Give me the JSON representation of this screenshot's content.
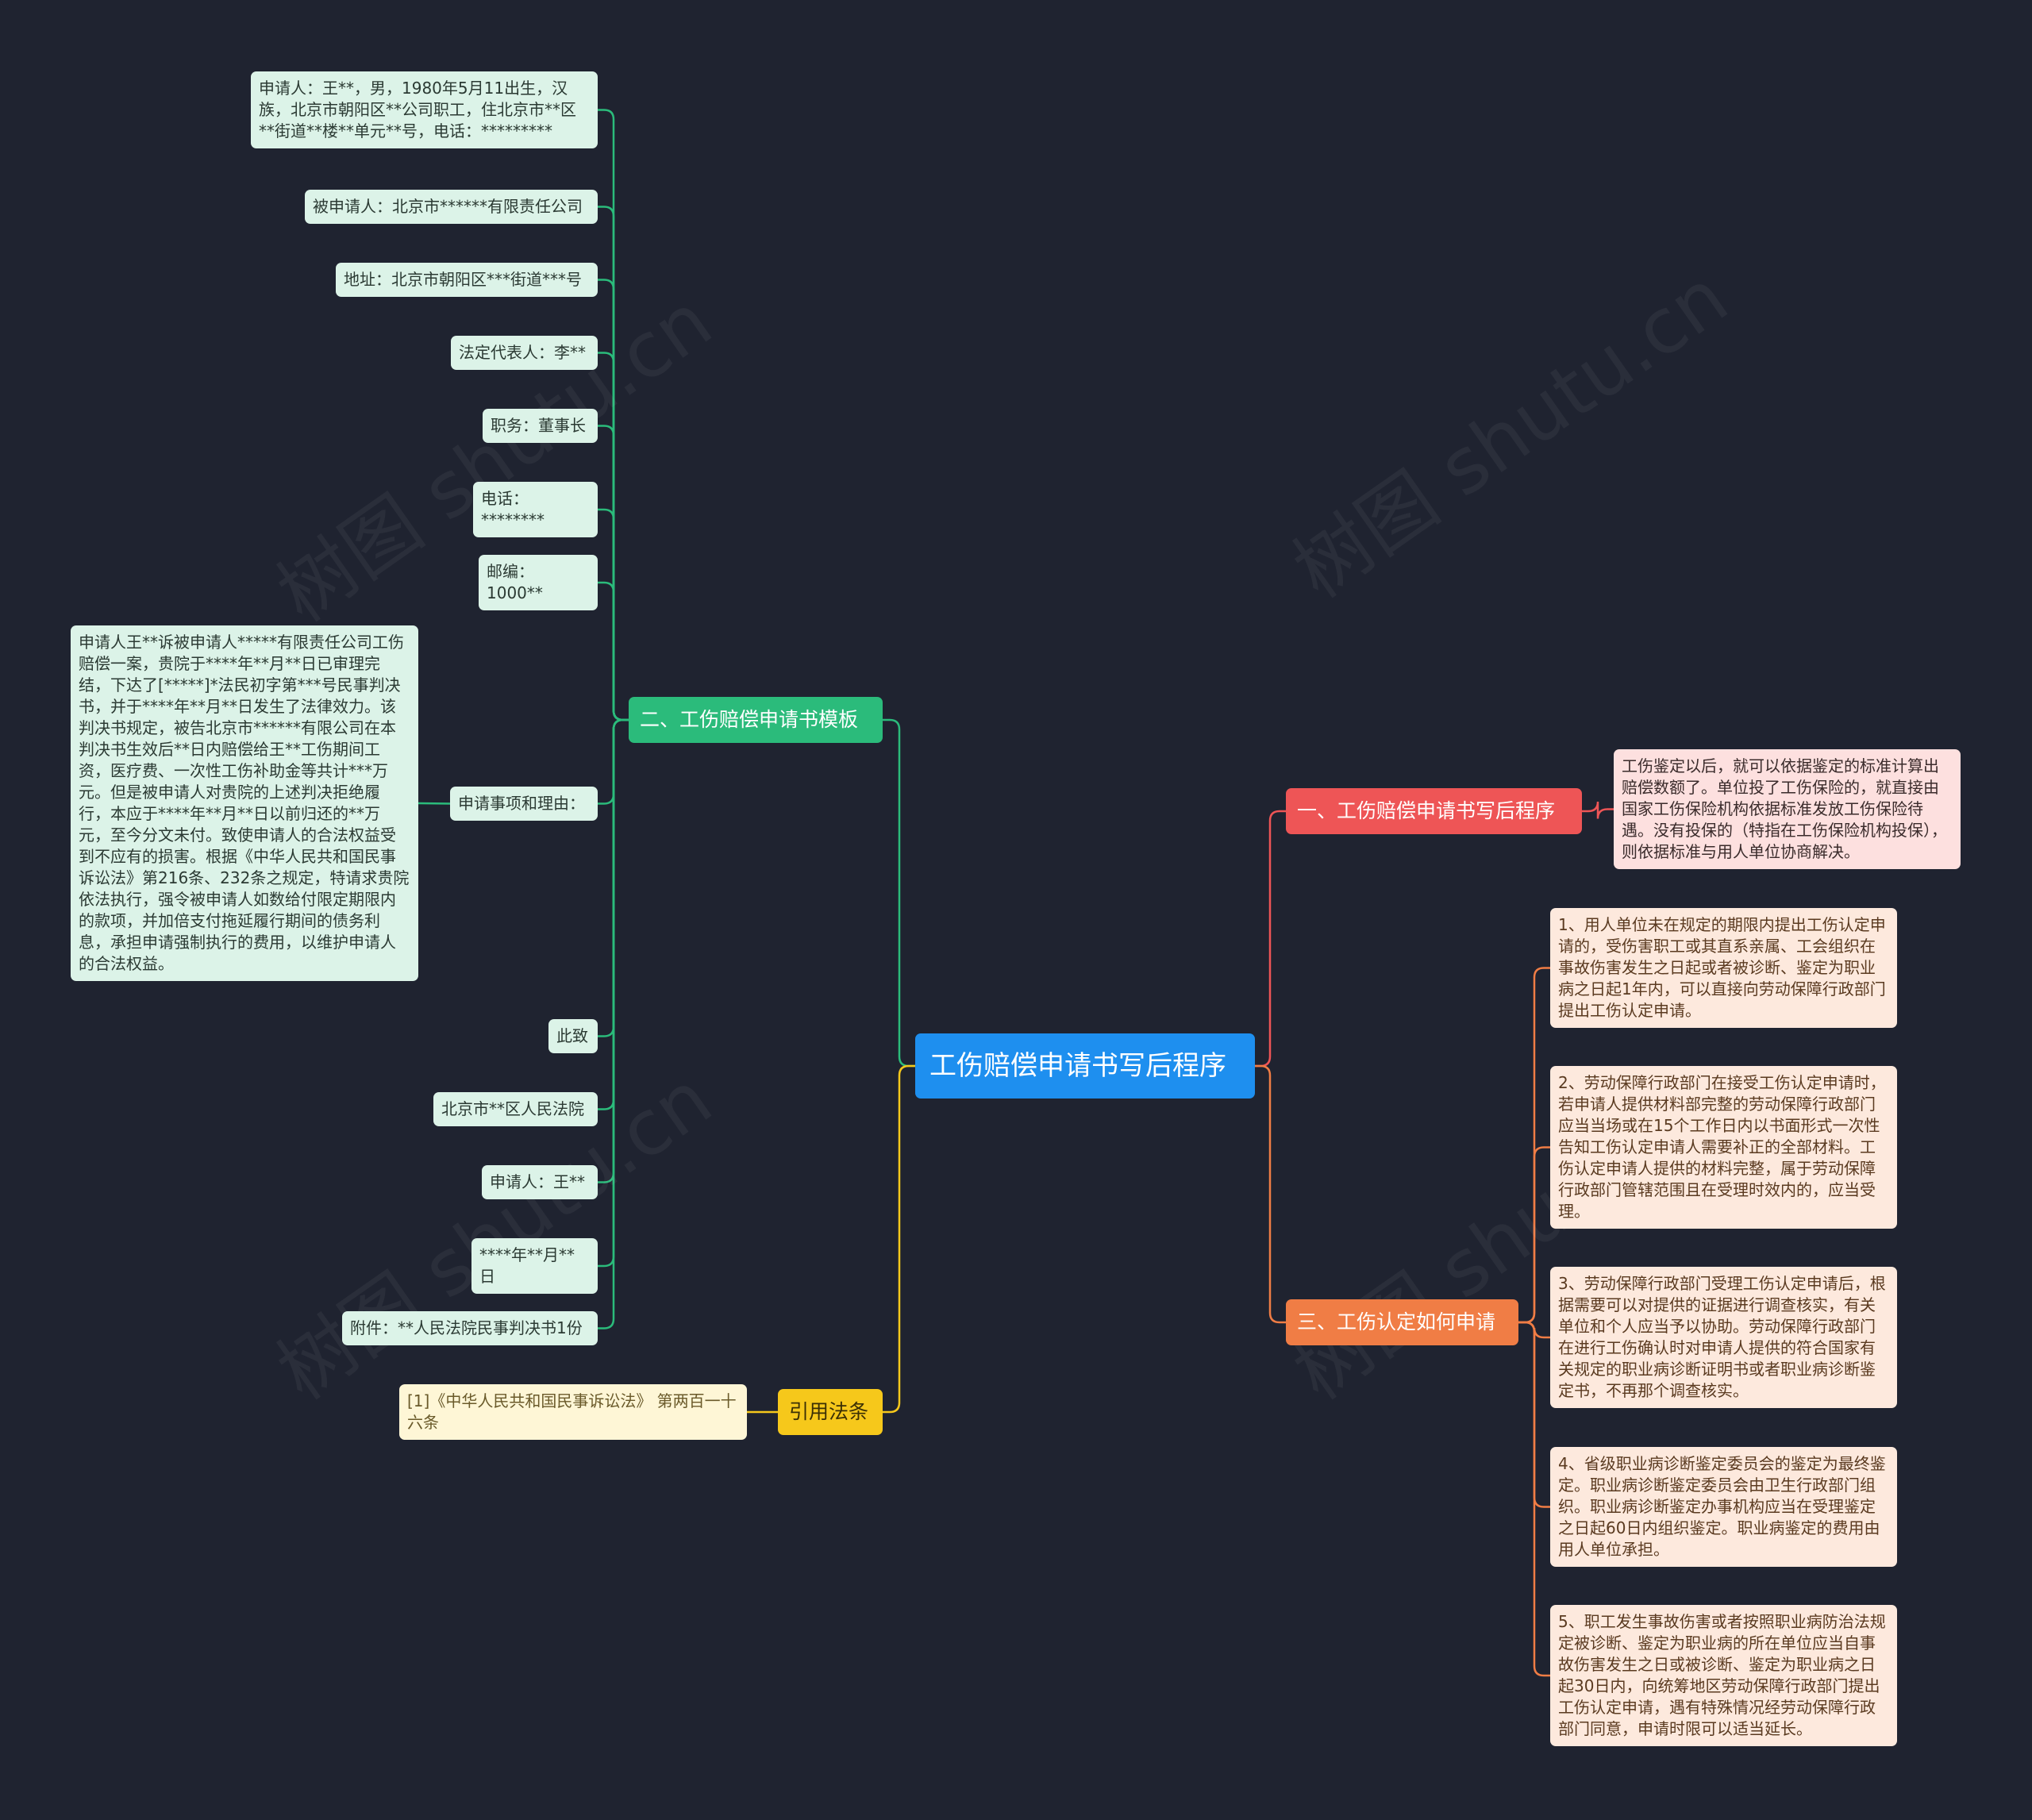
{
  "colors": {
    "background": "#1f2330",
    "root": "#1e8fef",
    "green": "#2bbb7b",
    "red": "#ee5556",
    "orange": "#f07d45",
    "yellow": "#f6c81b"
  },
  "watermark": "树图 shutu.cn",
  "root": {
    "label": "工伤赔偿申请书写后程序"
  },
  "branches": {
    "template": {
      "label": "二、工伤赔偿申请书模板",
      "items": [
        "申请人：王**，男，1980年5月11出生，汉族，北京市朝阳区**公司职工，住北京市**区**街道**楼**单元**号，电话：*********",
        "被申请人：北京市******有限责任公司",
        "地址：北京市朝阳区***街道***号",
        "法定代表人：李**",
        "职务：董事长",
        "电话：********",
        "邮编：1000**",
        "申请事项和理由：",
        "此致",
        "北京市**区人民法院",
        "申请人：王**",
        "****年**月**日",
        "附件：**人民法院民事判决书1份"
      ],
      "reason_detail": "申请人王**诉被申请人*****有限责任公司工伤赔偿一案，贵院于****年**月**日已审理完结，下达了[*****]*法民初字第***号民事判决书，并于****年**月**日发生了法律效力。该判决书规定，被告北京市******有限公司在本判决书生效后**日内赔偿给王**工伤期间工资，医疗费、一次性工伤补助金等共计***万元。但是被申请人对贵院的上述判决拒绝履行，本应于****年**月**日以前归还的**万元，至今分文未付。致使申请人的合法权益受到不应有的损害。根据《中华人民共和国民事诉讼法》第216条、232条之规定，特请求贵院依法执行，强令被申请人如数给付限定期限内的款项，并加倍支付拖延履行期间的债务利息，承担申请强制执行的费用，以维护申请人的合法权益。"
    },
    "law": {
      "label": "引用法条",
      "items": [
        "[1]《中华人民共和国民事诉讼法》 第两百一十六条"
      ]
    },
    "procedure": {
      "label": "一、工伤赔偿申请书写后程序",
      "items": [
        "工伤鉴定以后，就可以依据鉴定的标准计算出赔偿数额了。单位投了工伤保险的，就直接由国家工伤保险机构依据标准发放工伤保险待遇。没有投保的（特指在工伤保险机构投保），则依据标准与用人单位协商解决。"
      ]
    },
    "apply": {
      "label": "三、工伤认定如何申请",
      "items": [
        "1、用人单位未在规定的期限内提出工伤认定申请的，受伤害职工或其直系亲属、工会组织在事故伤害发生之日起或者被诊断、鉴定为职业病之日起1年内，可以直接向劳动保障行政部门提出工伤认定申请。",
        "2、劳动保障行政部门在接受工伤认定申请时，若申请人提供材料部完整的劳动保障行政部门应当当场或在15个工作日内以书面形式一次性告知工伤认定申请人需要补正的全部材料。工伤认定申请人提供的材料完整，属于劳动保障行政部门管辖范围且在受理时效内的，应当受理。",
        "3、劳动保障行政部门受理工伤认定申请后，根据需要可以对提供的证据进行调查核实，有关单位和个人应当予以协助。劳动保障行政部门在进行工伤确认时对申请人提供的符合国家有关规定的职业病诊断证明书或者职业病诊断鉴定书，不再那个调查核实。",
        "4、省级职业病诊断鉴定委员会的鉴定为最终鉴定。职业病诊断鉴定委员会由卫生行政部门组织。职业病诊断鉴定办事机构应当在受理鉴定之日起60日内组织鉴定。职业病鉴定的费用由用人单位承担。",
        "5、职工发生事故伤害或者按照职业病防治法规定被诊断、鉴定为职业病的所在单位应当自事故伤害发生之日或被诊断、鉴定为职业病之日起30日内，向统筹地区劳动保障行政部门提出工伤认定申请，遇有特殊情况经劳动保障行政部门同意，申请时限可以适当延长。"
      ]
    }
  }
}
